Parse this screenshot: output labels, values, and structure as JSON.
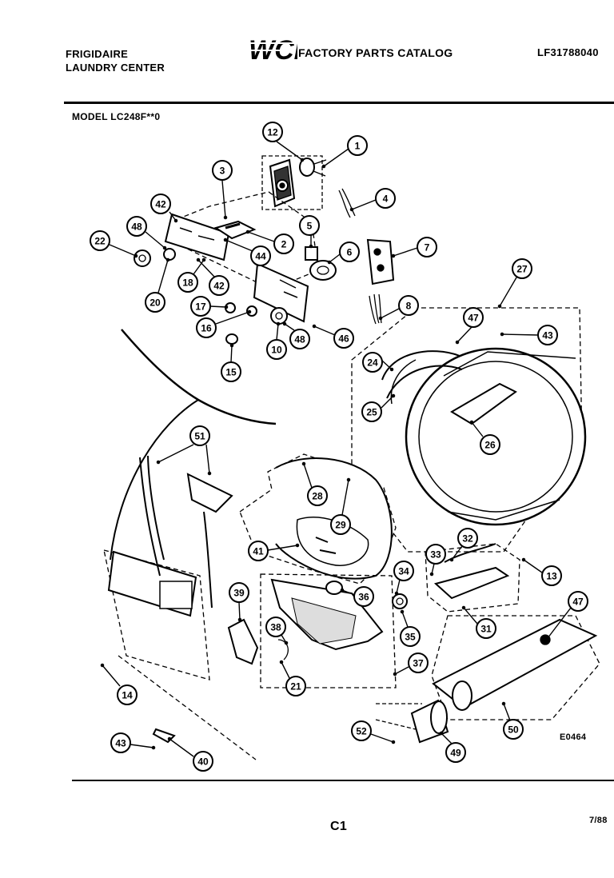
{
  "header": {
    "brand_line1": "FRIGIDAIRE",
    "brand_line2": "LAUNDRY CENTER",
    "logo_text": "WCI",
    "catalog_title": "FACTORY PARTS CATALOG",
    "part_number": "LF31788040",
    "model": "MODEL LC248F**0"
  },
  "diagram": {
    "callouts": [
      "1",
      "2",
      "3",
      "4",
      "5",
      "6",
      "7",
      "8",
      "10",
      "12",
      "13",
      "14",
      "15",
      "16",
      "17",
      "18",
      "20",
      "21",
      "22",
      "24",
      "25",
      "26",
      "27",
      "28",
      "29",
      "31",
      "32",
      "33",
      "34",
      "35",
      "36",
      "37",
      "38",
      "39",
      "40",
      "41",
      "42",
      "43",
      "44",
      "46",
      "47",
      "48",
      "49",
      "50",
      "51",
      "52"
    ],
    "figure_code": "E0464"
  },
  "footer": {
    "page_code": "C1",
    "date": "7/88"
  }
}
